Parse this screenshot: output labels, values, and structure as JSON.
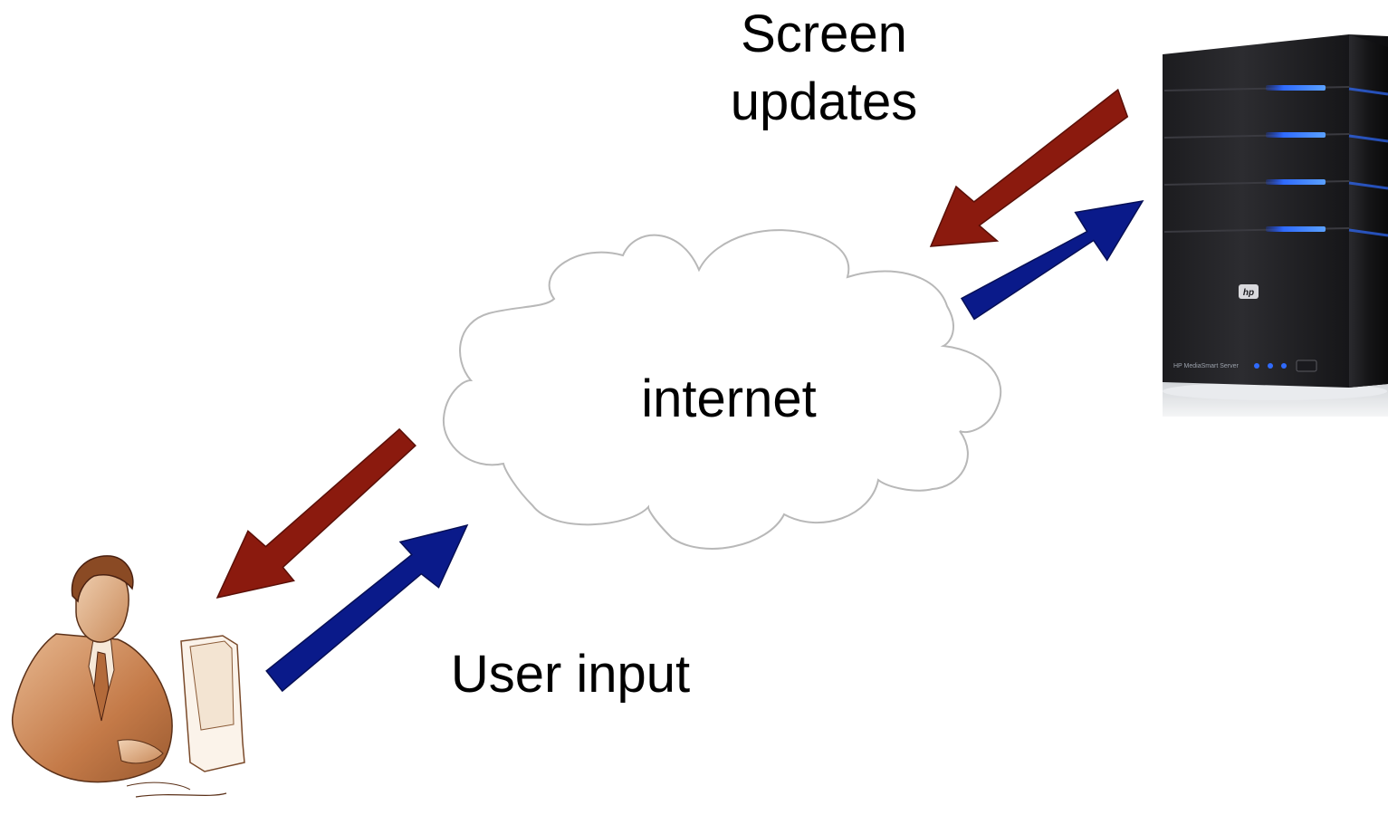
{
  "diagram": {
    "labels": {
      "screen_updates_line1": "Screen",
      "screen_updates_line2": "updates",
      "cloud": "internet",
      "user_input": "User input"
    },
    "colors": {
      "update_arrow": "#8b1a0e",
      "input_arrow": "#0a1a8a",
      "cloud_outline": "#b8b8b8",
      "text": "#000000"
    },
    "icons": {
      "user": "person-at-computer-clipart",
      "server": "hp-mediasmart-server-tower",
      "cloud": "cloud-outline"
    },
    "server": {
      "logo": "hp",
      "brand_text": "HP MediaSmart Server"
    }
  }
}
